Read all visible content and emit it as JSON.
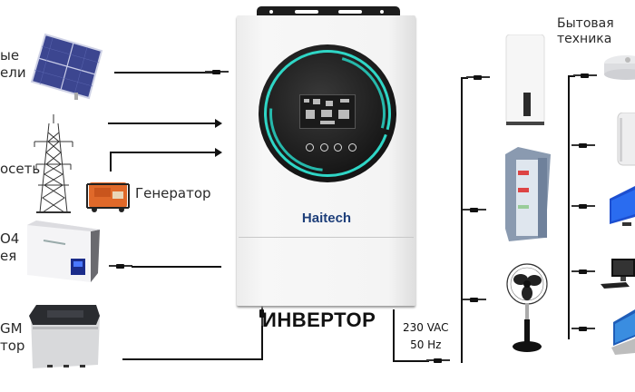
{
  "diagram": {
    "title": "ИНВЕРТОР",
    "inverter": {
      "brand": "Haitech",
      "buttons": [
        "esc",
        "up",
        "down",
        "enter"
      ],
      "colors": {
        "body": "#f2f2f2",
        "dial": "#1a1a1a",
        "accent_ring": "#2fd6c6",
        "brand": "#1e3f7a"
      }
    },
    "output_spec": {
      "voltage": "230 VAC",
      "frequency": "50 Hz"
    },
    "inputs": [
      {
        "id": "solar",
        "label_line1": "ые",
        "label_line2": "ели",
        "icon": "solar-panel-icon",
        "connector": "plug"
      },
      {
        "id": "grid",
        "label_line1": "осеть",
        "icon": "power-pylon-icon",
        "connector": "arrow"
      },
      {
        "id": "generator",
        "label_line1": "Генератор",
        "icon": "generator-icon",
        "connector": "arrow"
      },
      {
        "id": "lifepo4",
        "label_line1": "O4",
        "label_line2": "ея",
        "icon": "lithium-battery-icon",
        "connector": "plug"
      },
      {
        "id": "agm",
        "label_line1": "GM",
        "label_line2": "тор",
        "icon": "lead-acid-battery-icon",
        "connector": "plug"
      }
    ],
    "loads_left": [
      {
        "id": "water-heater",
        "icon": "water-heater-icon"
      },
      {
        "id": "refrigerator",
        "icon": "refrigerator-icon"
      },
      {
        "id": "fan",
        "icon": "fan-icon"
      }
    ],
    "loads_right": {
      "heading_line1": "Бытовая",
      "heading_line2": "техника",
      "items": [
        {
          "id": "robot-vacuum",
          "icon": "robot-vacuum-icon"
        },
        {
          "id": "air-purifier",
          "icon": "air-purifier-icon"
        },
        {
          "id": "tv",
          "icon": "tv-icon"
        },
        {
          "id": "desktop-pc",
          "icon": "desktop-computer-icon"
        },
        {
          "id": "laptop",
          "icon": "laptop-icon"
        }
      ]
    }
  }
}
